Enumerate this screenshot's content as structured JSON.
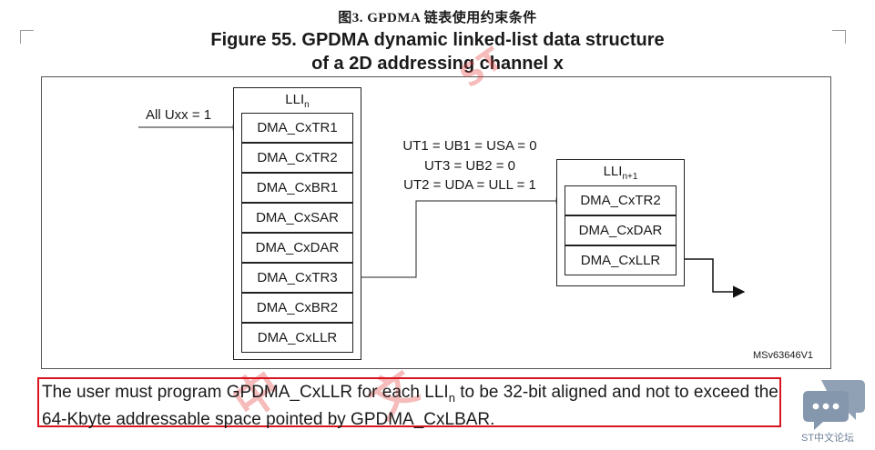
{
  "caption_cn": "图3.    GPDMA 链表使用约束条件",
  "figure": {
    "title_line1": "Figure 55. GPDMA dynamic linked-list data structure",
    "title_line2": "of a 2D addressing channel x"
  },
  "diagram": {
    "input_label": "All Uxx = 1",
    "lli_n": {
      "label": "LLI",
      "subscript": "n",
      "registers": [
        "DMA_CxTR1",
        "DMA_CxTR2",
        "DMA_CxBR1",
        "DMA_CxSAR",
        "DMA_CxDAR",
        "DMA_CxTR3",
        "DMA_CxBR2",
        "DMA_CxLLR"
      ]
    },
    "conditions": {
      "line1": "UT1 = UB1 = USA = 0",
      "line2": "UT3 = UB2 = 0",
      "line3": "UT2 = UDA = ULL = 1"
    },
    "lli_n1": {
      "label": "LLI",
      "subscript": "n+1",
      "registers": [
        "DMA_CxTR2",
        "DMA_CxDAR",
        "DMA_CxLLR"
      ]
    },
    "figure_id": "MSv63646V1"
  },
  "note": {
    "before": "The user must program GPDMA_CxLLR for each LLI",
    "sub": "n",
    "after": " to be 32-bit aligned and not to exceed the 64-Kbyte addressable space pointed by GPDMA_CxLBAR."
  },
  "watermark": {
    "chars": [
      "ST",
      "中",
      "文"
    ]
  },
  "forum": {
    "label": "ST中文论坛"
  },
  "colors": {
    "highlight": "#d9141e",
    "watermark": "#e63c3c",
    "forum_icon": "#8597ad"
  }
}
